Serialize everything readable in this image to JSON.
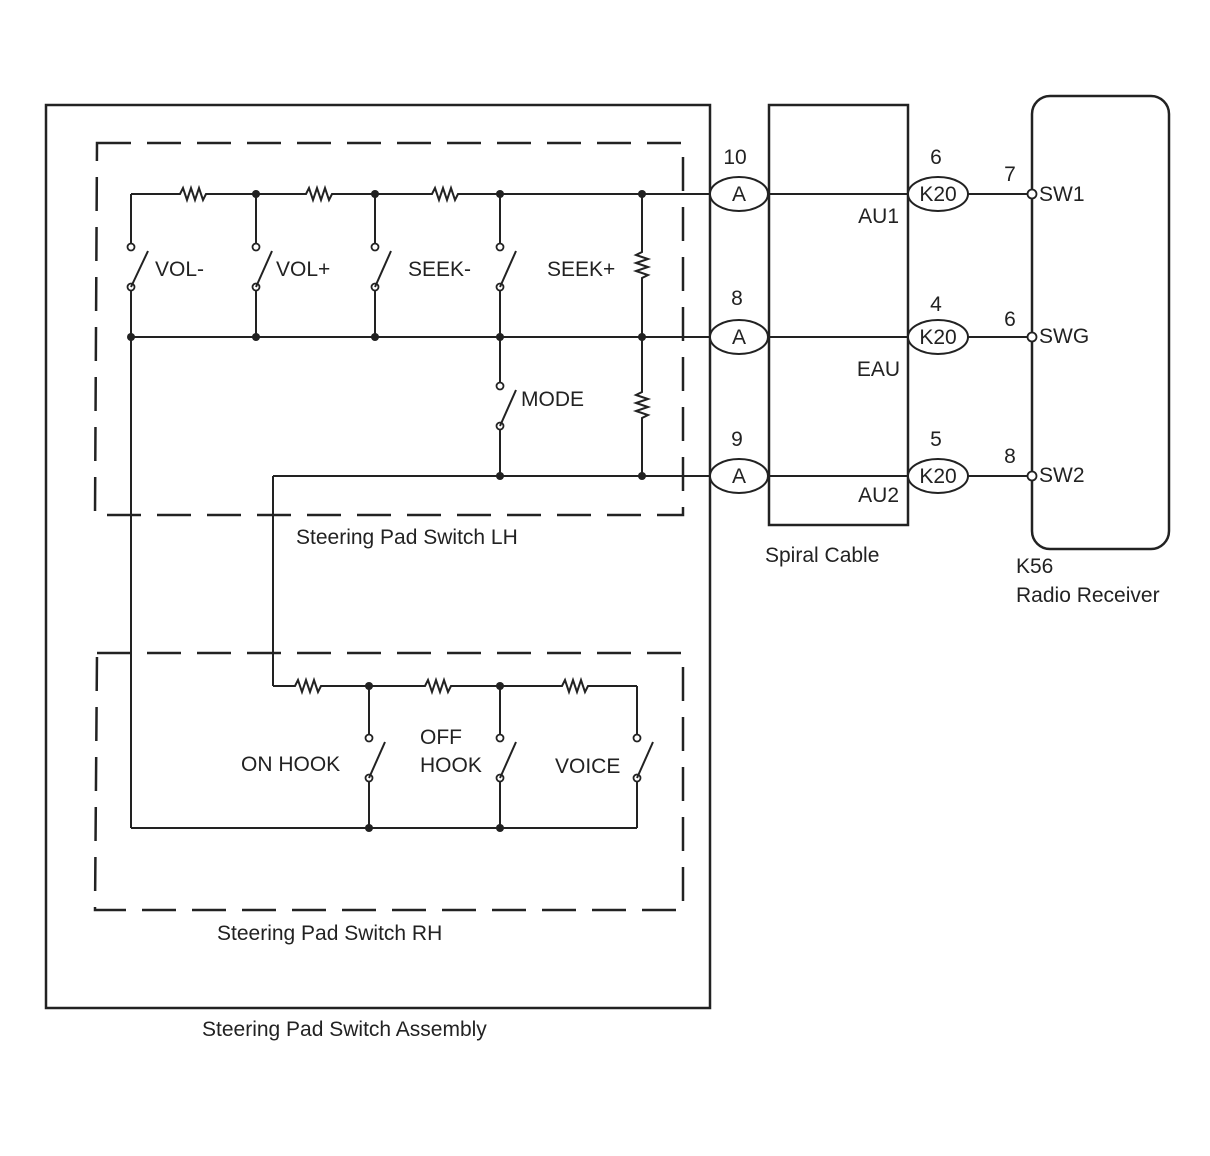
{
  "diagram": {
    "assembly_label": "Steering Pad Switch Assembly",
    "lh_label": "Steering Pad Switch LH",
    "rh_label": "Steering Pad Switch RH",
    "spiral_label": "Spiral Cable",
    "receiver_code": "K56",
    "receiver_name": "Radio Receiver",
    "switches": {
      "vol_minus": "VOL-",
      "vol_plus": "VOL+",
      "seek_minus": "SEEK-",
      "seek_plus": "SEEK+",
      "mode": "MODE",
      "on_hook": "ON HOOK",
      "off_hook_1": "OFF",
      "off_hook_2": "HOOK",
      "voice": "VOICE"
    },
    "lines": [
      {
        "pin_a": "10",
        "conn_a": "A",
        "spiral_signal": "AU1",
        "pin_k": "6",
        "conn_k": "K20",
        "pin_r": "7",
        "radio_signal": "SW1"
      },
      {
        "pin_a": "8",
        "conn_a": "A",
        "spiral_signal": "EAU",
        "pin_k": "4",
        "conn_k": "K20",
        "pin_r": "6",
        "radio_signal": "SWG"
      },
      {
        "pin_a": "9",
        "conn_a": "A",
        "spiral_signal": "AU2",
        "pin_k": "5",
        "conn_k": "K20",
        "pin_r": "8",
        "radio_signal": "SW2"
      }
    ]
  }
}
